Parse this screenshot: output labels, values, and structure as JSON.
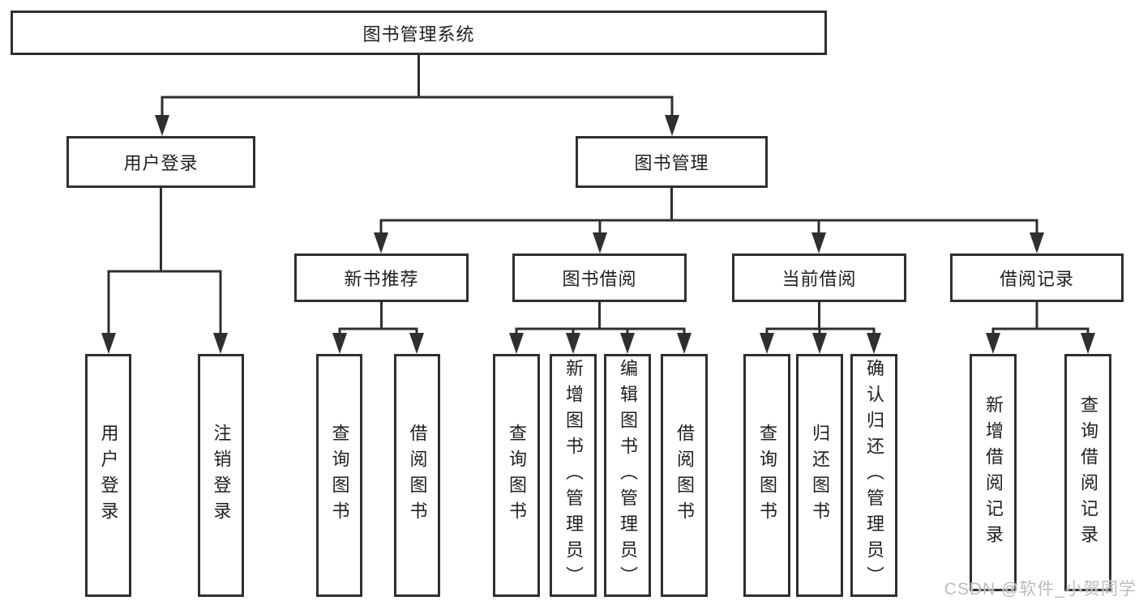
{
  "tree": {
    "label": "图书管理系统",
    "children": [
      {
        "label": "用户登录",
        "children": [
          {
            "label": "用户登录"
          },
          {
            "label": "注销登录"
          }
        ]
      },
      {
        "label": "图书管理",
        "children": [
          {
            "label": "新书推荐",
            "children": [
              {
                "label": "查询图书"
              },
              {
                "label": "借阅图书"
              }
            ]
          },
          {
            "label": "图书借阅",
            "children": [
              {
                "label": "查询图书"
              },
              {
                "label": "新增图书（管理员）"
              },
              {
                "label": "编辑图书（管理员）"
              },
              {
                "label": "借阅图书"
              }
            ]
          },
          {
            "label": "当前借阅",
            "children": [
              {
                "label": "查询图书"
              },
              {
                "label": "归还图书"
              },
              {
                "label": "确认归还（管理员）"
              }
            ]
          },
          {
            "label": "借阅记录",
            "children": [
              {
                "label": "新增借阅记录"
              },
              {
                "label": "查询借阅记录"
              }
            ]
          }
        ]
      }
    ]
  },
  "watermark": "CSDN @软件_小贺同学",
  "colors": {
    "line": "#2f2f2f",
    "text": "#1f1f1f",
    "watermark": "#b9bdc2",
    "background": "#ffffff"
  }
}
